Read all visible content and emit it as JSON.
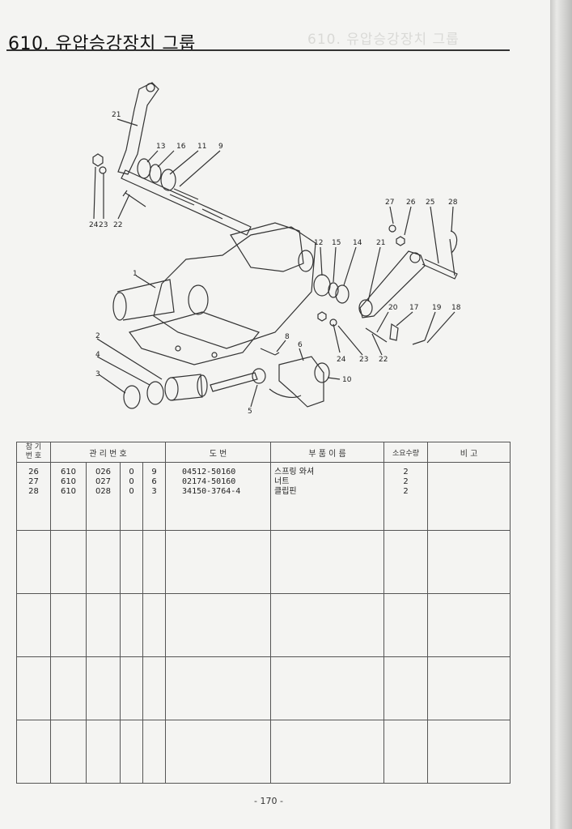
{
  "header": {
    "title": "610. 유압승강장치 그룹",
    "ghost_title": "610. 유압승강장치 그룹"
  },
  "diagram": {
    "callouts": [
      "21",
      "13",
      "16",
      "11",
      "9",
      "24",
      "23",
      "22",
      "27",
      "26",
      "25",
      "28",
      "12",
      "15",
      "14",
      "21",
      "1",
      "20",
      "17",
      "19",
      "18",
      "8",
      "6",
      "24",
      "23",
      "22",
      "2",
      "4",
      "3",
      "10",
      "5"
    ]
  },
  "table": {
    "headers": {
      "ref_no": "참 기\n번 호",
      "mgmt_no": "관 리 번 호",
      "drawing_no": "도 번",
      "part_name": "부 품 이 름",
      "qty": "소요수량",
      "remarks": "비 고"
    },
    "rows": [
      {
        "ref": "26",
        "c1": "610",
        "c2": "026",
        "c3": "0",
        "c4": "9",
        "drawing": "04512-50160",
        "name": "스프링 와셔",
        "qty": "2"
      },
      {
        "ref": "27",
        "c1": "610",
        "c2": "027",
        "c3": "0",
        "c4": "6",
        "drawing": "02174-50160",
        "name": "너트",
        "qty": "2"
      },
      {
        "ref": "28",
        "c1": "610",
        "c2": "028",
        "c3": "0",
        "c4": "3",
        "drawing": "34150-3764-4",
        "name": "클립핀",
        "qty": "2"
      }
    ]
  },
  "footer": {
    "page_number": "- 170 -"
  }
}
